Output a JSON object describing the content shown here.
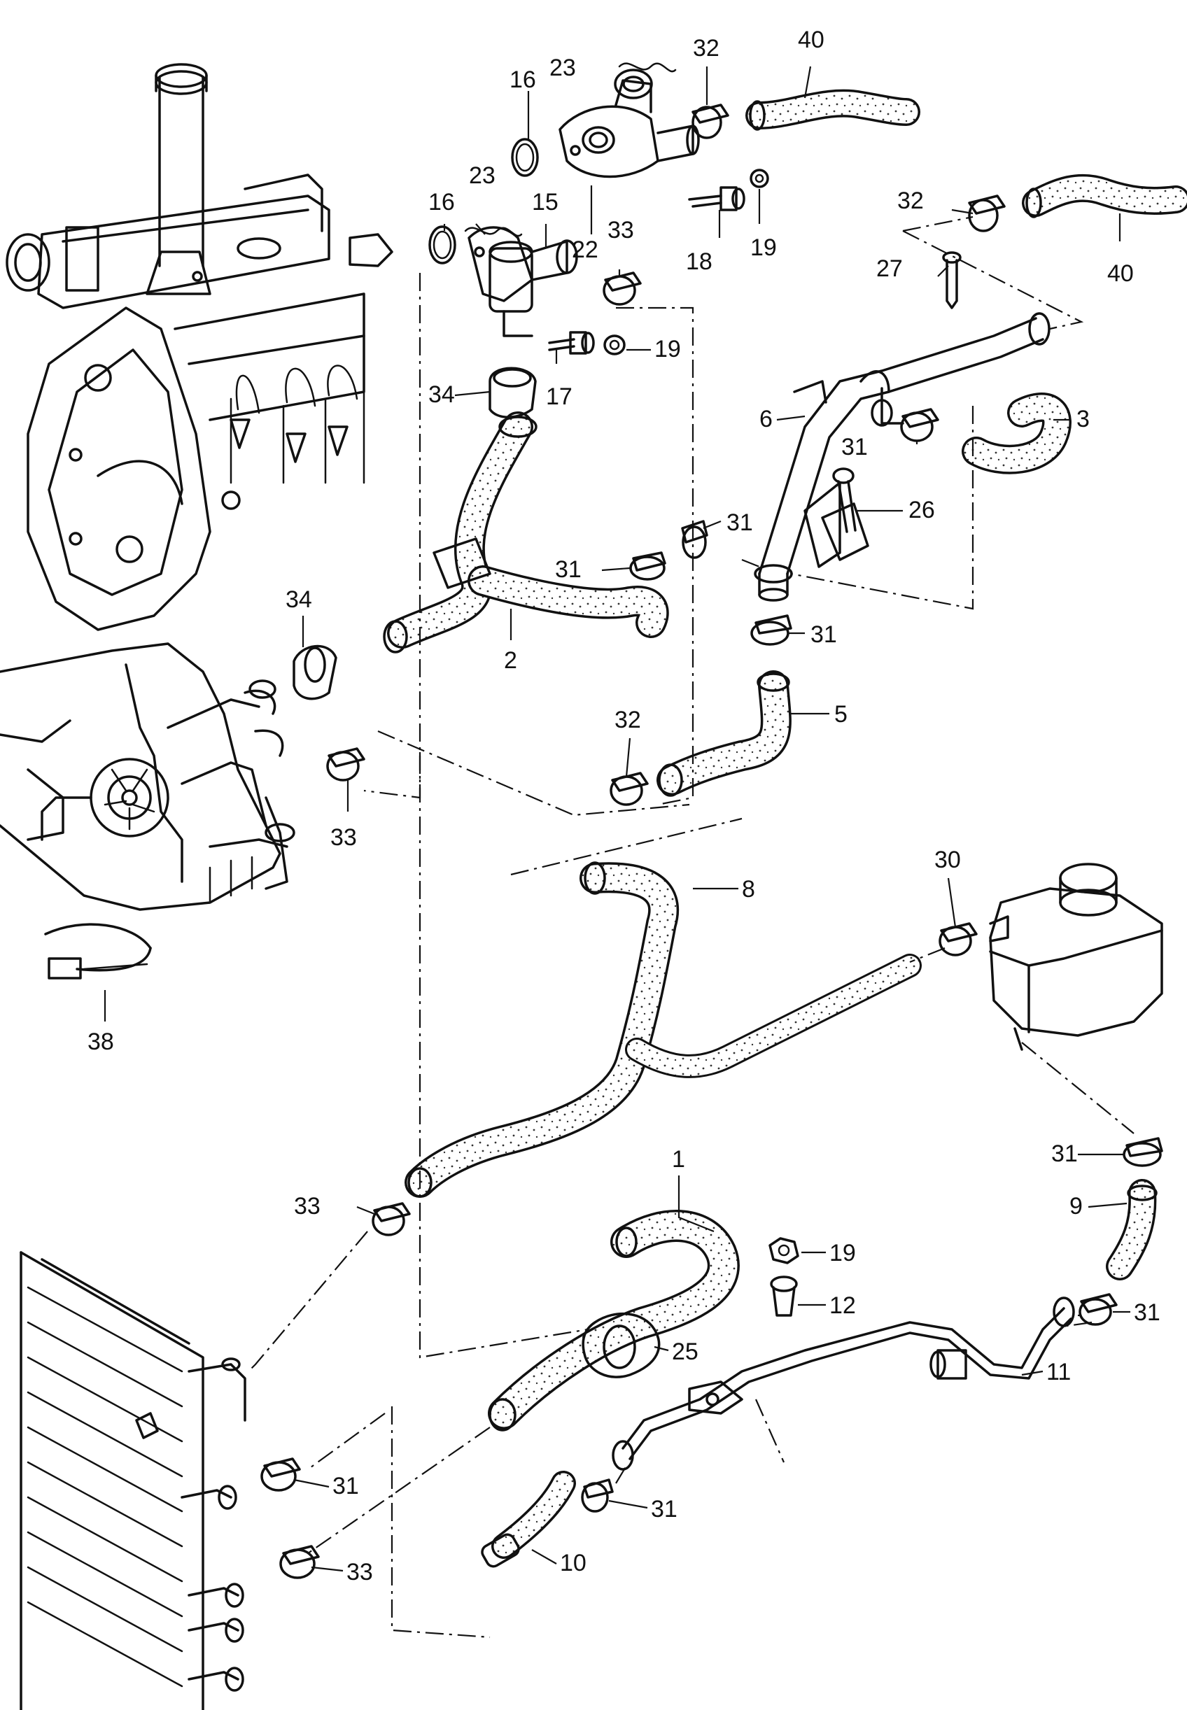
{
  "diagram": {
    "colors": {
      "line": "#111111",
      "background": "#ffffff",
      "hose_texture": "#333333"
    },
    "labels": [
      {
        "id": "l23a",
        "text": "23"
      },
      {
        "id": "l16a",
        "text": "16"
      },
      {
        "id": "l32a",
        "text": "32"
      },
      {
        "id": "l40a",
        "text": "40"
      },
      {
        "id": "l23b",
        "text": "23"
      },
      {
        "id": "l16b",
        "text": "16"
      },
      {
        "id": "l15",
        "text": "15"
      },
      {
        "id": "l33a",
        "text": "33"
      },
      {
        "id": "l22",
        "text": "22"
      },
      {
        "id": "l18",
        "text": "18"
      },
      {
        "id": "l19a",
        "text": "19"
      },
      {
        "id": "l32b",
        "text": "32"
      },
      {
        "id": "l40b",
        "text": "40"
      },
      {
        "id": "l27",
        "text": "27"
      },
      {
        "id": "l19b",
        "text": "19"
      },
      {
        "id": "l34a",
        "text": "34"
      },
      {
        "id": "l17",
        "text": "17"
      },
      {
        "id": "l6",
        "text": "6"
      },
      {
        "id": "l3",
        "text": "3"
      },
      {
        "id": "l31a",
        "text": "31"
      },
      {
        "id": "l26",
        "text": "26"
      },
      {
        "id": "l31b",
        "text": "31"
      },
      {
        "id": "l31c",
        "text": "31"
      },
      {
        "id": "l34b",
        "text": "34"
      },
      {
        "id": "l2",
        "text": "2"
      },
      {
        "id": "l31d",
        "text": "31"
      },
      {
        "id": "l32c",
        "text": "32"
      },
      {
        "id": "l5",
        "text": "5"
      },
      {
        "id": "l33b",
        "text": "33"
      },
      {
        "id": "l8",
        "text": "8"
      },
      {
        "id": "l30",
        "text": "30"
      },
      {
        "id": "l38",
        "text": "38"
      },
      {
        "id": "l31e",
        "text": "31"
      },
      {
        "id": "l33c",
        "text": "33"
      },
      {
        "id": "l9",
        "text": "9"
      },
      {
        "id": "l1",
        "text": "1"
      },
      {
        "id": "l19c",
        "text": "19"
      },
      {
        "id": "l12",
        "text": "12"
      },
      {
        "id": "l31f",
        "text": "31"
      },
      {
        "id": "l25",
        "text": "25"
      },
      {
        "id": "l11",
        "text": "11"
      },
      {
        "id": "l31g",
        "text": "31"
      },
      {
        "id": "l31h",
        "text": "31"
      },
      {
        "id": "l33d",
        "text": "33"
      },
      {
        "id": "l10",
        "text": "10"
      }
    ]
  }
}
